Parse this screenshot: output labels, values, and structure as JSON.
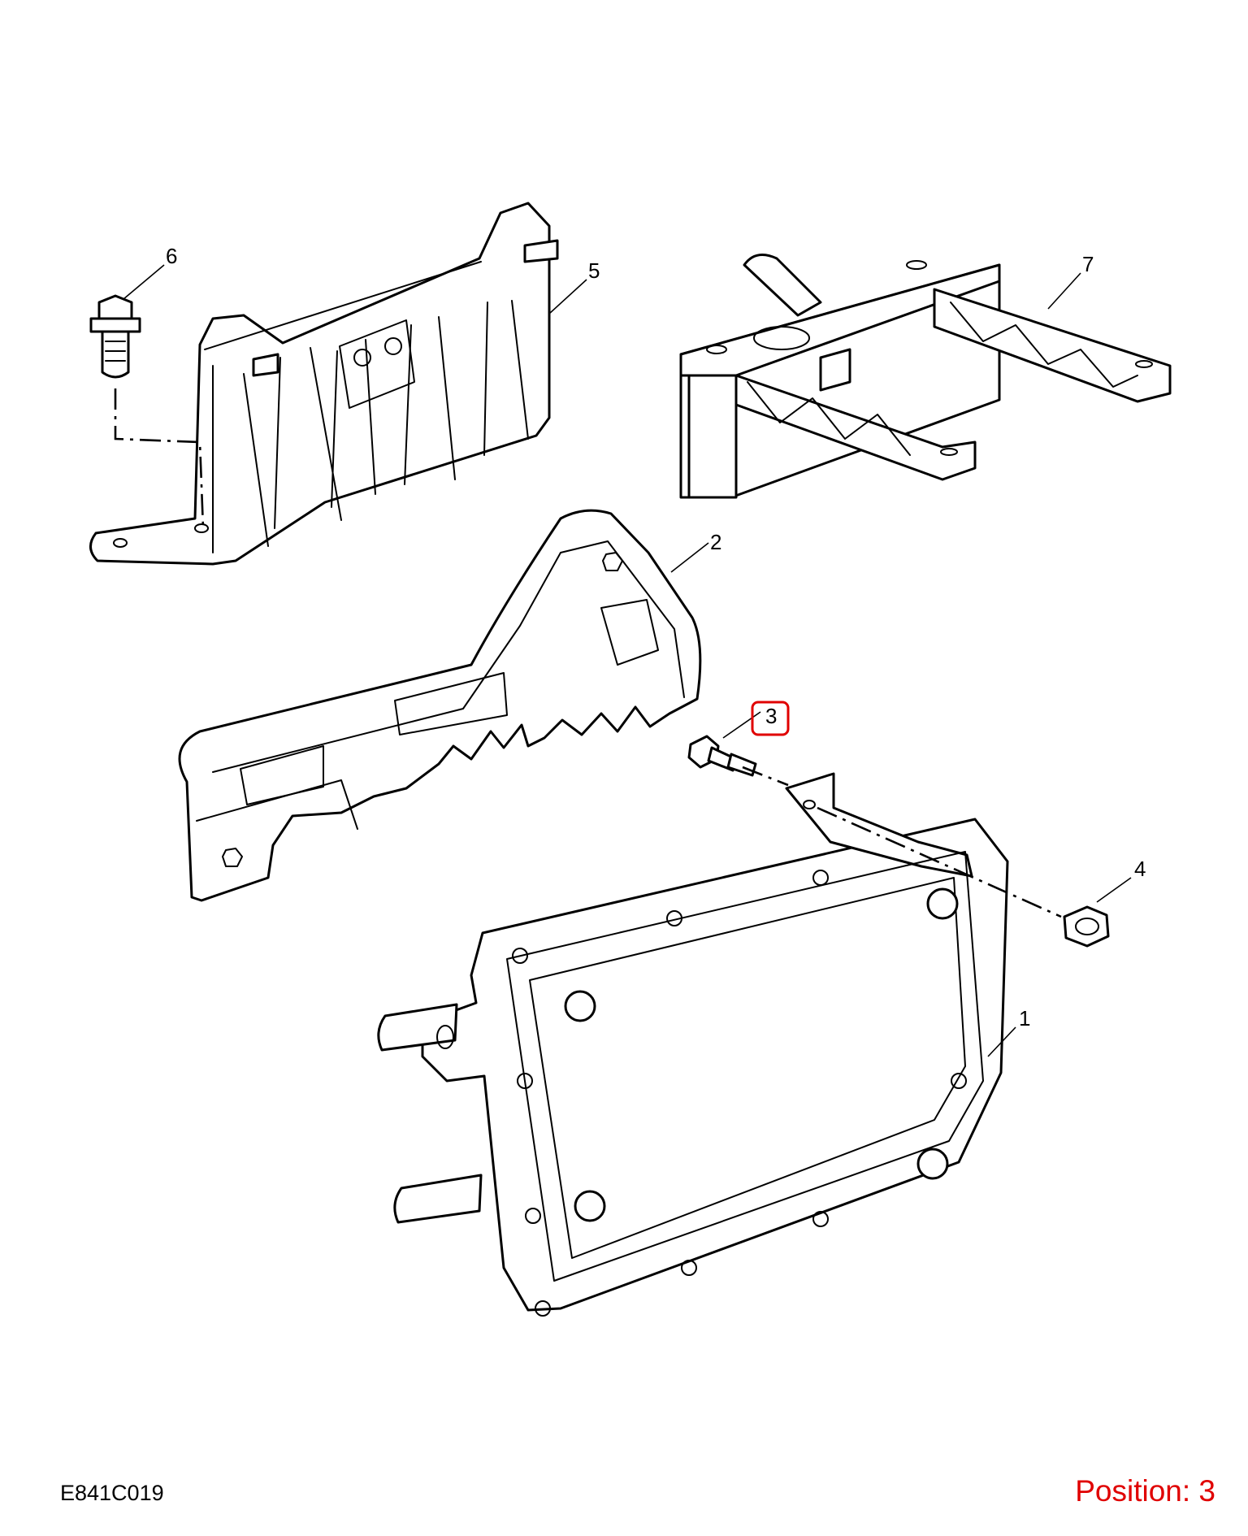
{
  "drawing_code": "E841C019",
  "position_text": "Position: 3",
  "highlight_color": "#e00000",
  "callouts": [
    {
      "id": "1",
      "text": "1"
    },
    {
      "id": "2",
      "text": "2"
    },
    {
      "id": "3",
      "text": "3",
      "highlighted": true
    },
    {
      "id": "4",
      "text": "4"
    },
    {
      "id": "5",
      "text": "5"
    },
    {
      "id": "6",
      "text": "6"
    },
    {
      "id": "7",
      "text": "7"
    }
  ]
}
